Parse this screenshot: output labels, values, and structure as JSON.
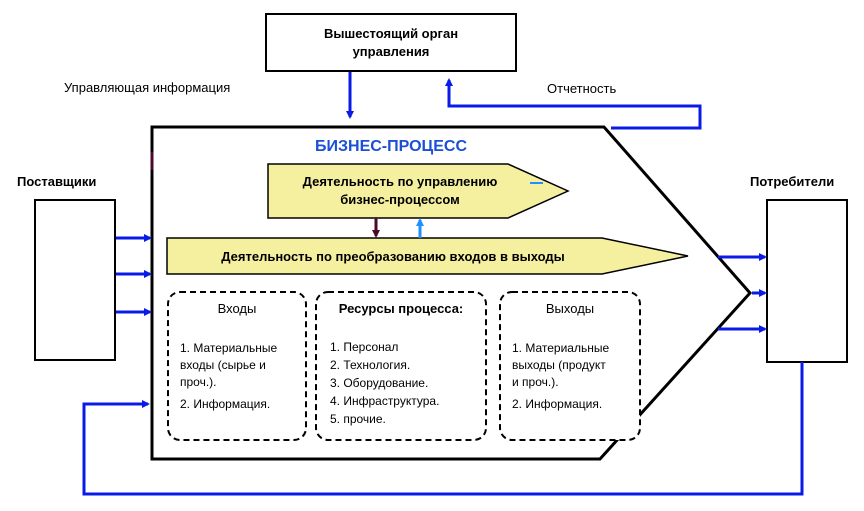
{
  "top_box": {
    "line1": "Вышестоящий орган",
    "line2": "управления"
  },
  "labels": {
    "control_info": "Управляющая информация",
    "reporting": "Отчетность",
    "suppliers": "Поставщики",
    "consumers": "Потребители",
    "process_title": "БИЗНЕС-ПРОЦЕСС"
  },
  "management_activity": {
    "line1": "Деятельность по управлению",
    "line2": "бизнес-процессом"
  },
  "transformation_activity": "Деятельность по преобразованию входов в выходы",
  "inputs": {
    "title": "Входы",
    "lines": [
      "1. Материальные",
      "входы (сырье и",
      "проч.).",
      "2. Информация."
    ]
  },
  "resources": {
    "title": "Ресурсы процесса:",
    "lines": [
      "1. Персонал",
      "2. Технология.",
      "3. Оборудование.",
      "4. Инфраструктура.",
      "5. прочие."
    ]
  },
  "outputs": {
    "title": "Выходы",
    "lines": [
      "1. Материальные",
      "выходы (продукт",
      "и проч.).",
      "2. Информация."
    ]
  },
  "colors": {
    "arrow_blue": "#0a1be8",
    "arrow_light_blue": "#1e90ff",
    "arrow_dark": "#4a0a2a",
    "activity_fill": "#f5f0a0",
    "outline": "#000000"
  }
}
